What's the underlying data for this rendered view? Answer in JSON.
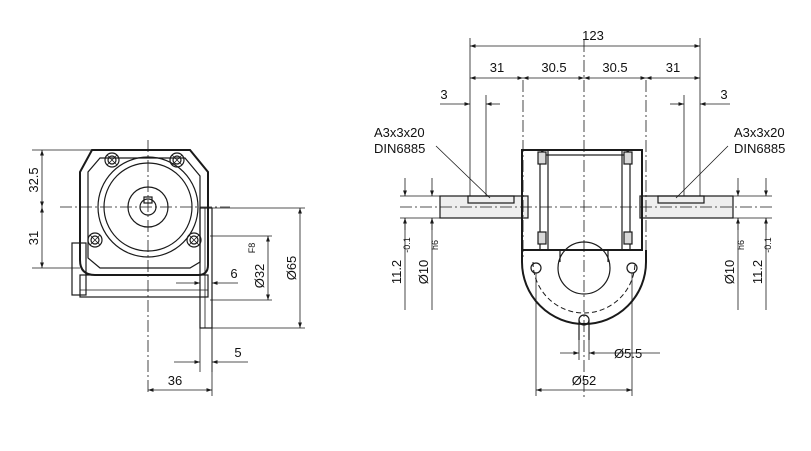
{
  "left_view": {
    "dim_32_5": "32.5",
    "dim_31": "31",
    "dim_6": "6",
    "dim_32_dia": "Ø32",
    "dim_32_tol": "F8",
    "dim_65_dia": "Ø65",
    "dim_5": "5",
    "dim_36": "36"
  },
  "right_view": {
    "dim_123": "123",
    "dim_31_left": "31",
    "dim_30_5_left": "30.5",
    "dim_30_5_right": "30.5",
    "dim_31_right": "31",
    "dim_3_left": "3",
    "dim_3_right": "3",
    "key_left_line1": "A3x3x20",
    "key_left_line2": "DIN6885",
    "key_right_line1": "A3x3x20",
    "key_right_line2": "DIN6885",
    "dim_11_2_left": "11.2",
    "dim_11_2_left_tol": "-0.1",
    "dim_10_left": "Ø10",
    "dim_10_left_tol": "h6",
    "dim_10_right": "Ø10",
    "dim_10_right_tol": "h6",
    "dim_11_2_right": "11.2",
    "dim_11_2_right_tol": "-0.1",
    "dim_5_5_dia": "Ø5.5",
    "dim_52_dia": "Ø52"
  }
}
